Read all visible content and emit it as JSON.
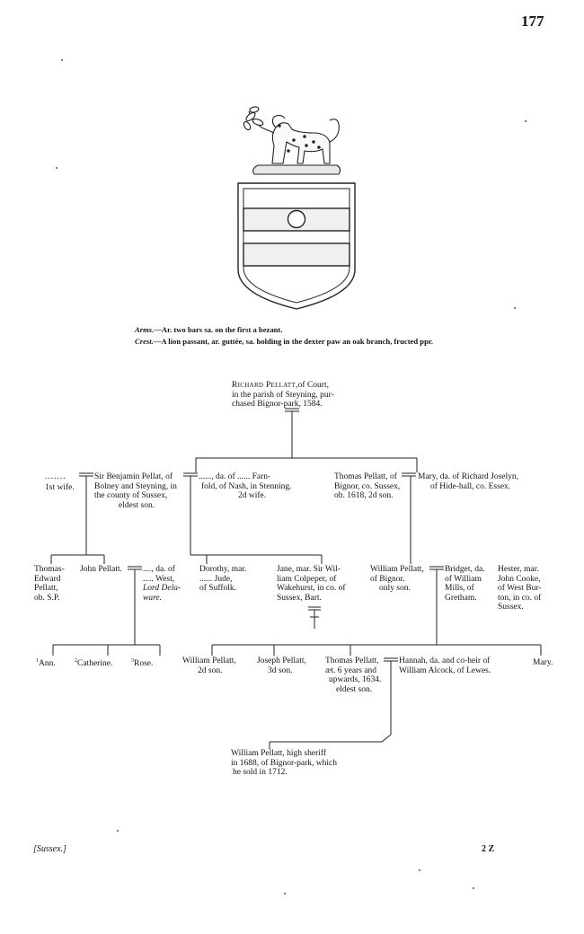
{
  "page_number": "177",
  "arms_label": "Arms.",
  "arms_text": "—Ar. two bars sa. on the first a bezant.",
  "crest_label": "Crest.",
  "crest_text": "—A lion passant, ar. guttée, sa. holding in the dexter paw an oak branch, fructed ppr.",
  "founder": {
    "name": "Richard Pellatt,",
    "lines": [
      "of Court,",
      "in the parish of Steyning, pur-",
      "chased Bignor-park, 1584."
    ]
  },
  "gen2": {
    "first_wife": "1st wife.",
    "benjamin": [
      "Sir Benjamin Pellat, of",
      "Bolney and Steyning, in",
      "the county of Sussex,",
      "eldest son."
    ],
    "second_wife": [
      "......, da. of ...... Farn-",
      "fold, of Nash, in Stenning.",
      "2d wife."
    ],
    "thomas": [
      "Thomas Pellatt, of",
      "Bignor, co. Sussex,",
      "ob. 1618, 2d son."
    ],
    "mary_joselyn": [
      "Mary, da. of Richard Joselyn,",
      "of Hide-hall, co. Essex."
    ]
  },
  "gen3": {
    "thomas_edward": [
      "Thomas-",
      "Edward",
      "Pellatt,",
      "ob. S.P."
    ],
    "john": "John Pellatt.",
    "john_wife": [
      "...., da. of",
      "..... West,",
      "Lord Dela-",
      "ware."
    ],
    "dorothy": [
      "Dorothy, mar.",
      "...... Jude,",
      "of Suffolk."
    ],
    "jane": [
      "Jane, mar. Sir Wil-",
      "liam Colpeper, of",
      "Wakehurst, in co. of",
      "Sussex, Bart."
    ],
    "william": [
      "William Pellatt,",
      "of Bignor.",
      "only son."
    ],
    "bridget": [
      "Bridget, da.",
      "of William",
      "Mills, of",
      "Gretham."
    ],
    "hester": [
      "Hester, mar.",
      "John Cooke,",
      "of West Bur-",
      "ton, in co. of",
      "Sussex."
    ]
  },
  "gen4": {
    "ann": "Ann.",
    "catherine": "Catherine.",
    "rose": "Rose.",
    "ann_num": "1",
    "catherine_num": "2",
    "rose_num": "3",
    "william2": [
      "William Pellatt,",
      "2d son."
    ],
    "joseph": [
      "Joseph Pellatt,",
      "3d son."
    ],
    "thomas2": [
      "Thomas Pellatt,",
      "æt. 6 years and",
      "upwards, 1634.",
      "eldest son."
    ],
    "hannah": [
      "Hannah, da. and co-heir of",
      "William Alcock, of Lewes."
    ],
    "mary2": "Mary."
  },
  "gen5": {
    "william_sheriff": [
      "William Pellatt, high sheriff",
      "in 1688, of Bignor-park, which",
      "he sold in 1712."
    ]
  },
  "footer": {
    "left": "[Sussex.]",
    "right": "2 Z"
  }
}
